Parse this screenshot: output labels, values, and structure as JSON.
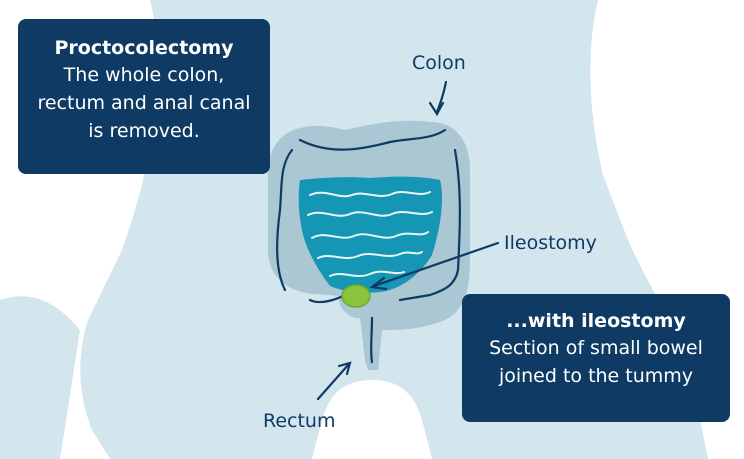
{
  "info_box": {
    "title": "Proctocolectomy",
    "lines": [
      "The whole colon,",
      "rectum and anal canal",
      "is removed."
    ]
  },
  "ileostomy_box": {
    "title": "...with ileostomy",
    "lines": [
      "Section of small bowel",
      "joined to the tummy"
    ]
  },
  "labels": {
    "colon": "Colon",
    "ileostomy": "Ileostomy",
    "rectum": "Rectum"
  },
  "colors": {
    "body": "#d3e6ee",
    "colon": "#aac7d3",
    "small_bowel": "#1596b4",
    "ileostomy": "#8cc43c",
    "navy": "#0f3a64"
  }
}
